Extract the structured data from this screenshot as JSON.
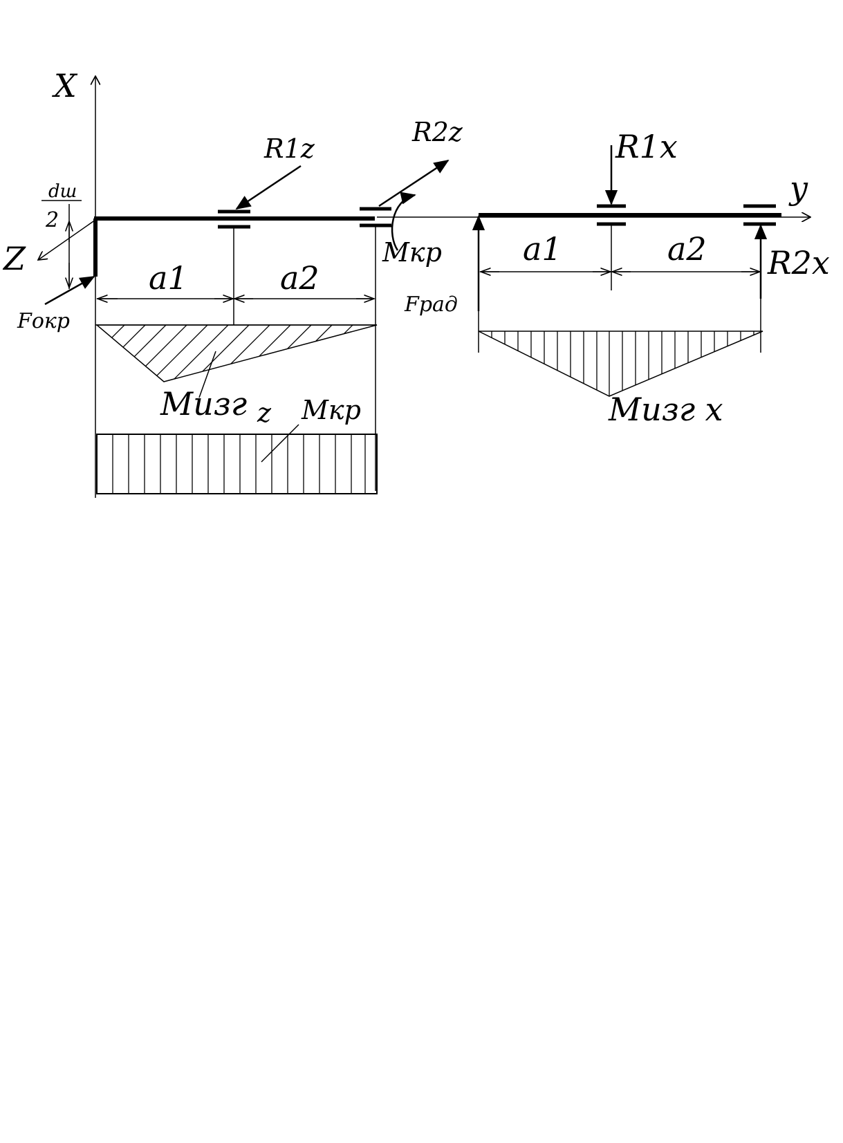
{
  "labels": {
    "axis_x": "X",
    "axis_z": "Z",
    "axis_y": "y",
    "d_numerator": "dш",
    "d_denominator": "2",
    "r1z": "R1z",
    "r2z": "R2z",
    "mkr_top": "Mкр",
    "r1x": "R1x",
    "r2x": "R2x",
    "a1_left": "a1",
    "a2_left": "a2",
    "a1_right": "a1",
    "a2_right": "a2",
    "f_okr": "Fокр",
    "f_rad": "Fрад",
    "m_izg_z_base": "Mизг",
    "m_izg_z_sub": "z",
    "m_kr_diagram": "Mкр",
    "m_izg_x": "Mизг x"
  }
}
